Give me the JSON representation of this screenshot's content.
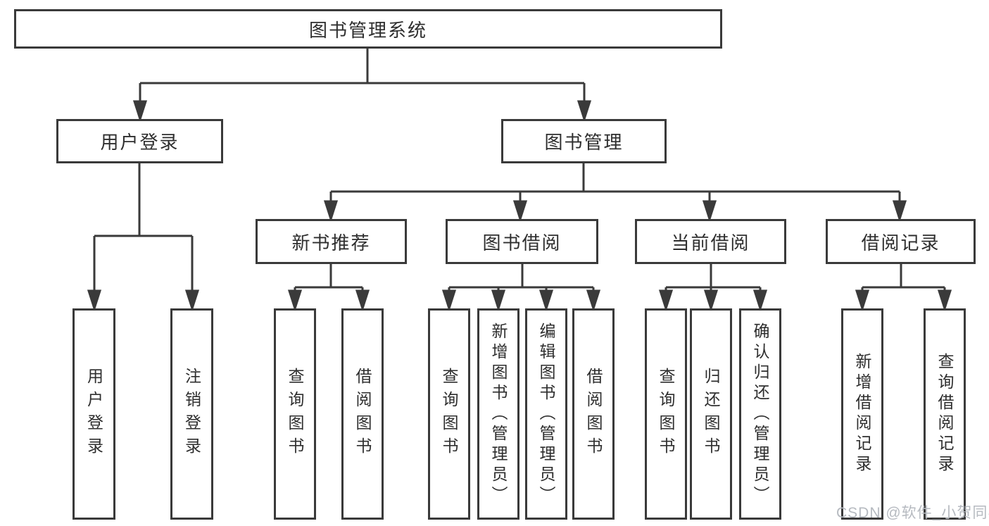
{
  "diagram": {
    "root": {
      "label": "图书管理系统"
    },
    "level1": [
      {
        "label": "用户登录"
      },
      {
        "label": "图书管理"
      }
    ],
    "level2": [
      {
        "label": "新书推荐",
        "parent": "图书管理"
      },
      {
        "label": "图书借阅",
        "parent": "图书管理"
      },
      {
        "label": "当前借阅",
        "parent": "图书管理"
      },
      {
        "label": "借阅记录",
        "parent": "图书管理"
      }
    ],
    "leaves": [
      {
        "label": "用户登录",
        "parent": "用户登录"
      },
      {
        "label": "注销登录",
        "parent": "用户登录"
      },
      {
        "label": "查询图书",
        "parent": "新书推荐"
      },
      {
        "label": "借阅图书",
        "parent": "新书推荐"
      },
      {
        "label": "查询图书",
        "parent": "图书借阅"
      },
      {
        "label": "新增图书（管理员）",
        "parent": "图书借阅"
      },
      {
        "label": "编辑图书（管理员）",
        "parent": "图书借阅"
      },
      {
        "label": "借阅图书",
        "parent": "图书借阅"
      },
      {
        "label": "查询图书",
        "parent": "当前借阅"
      },
      {
        "label": "归还图书",
        "parent": "当前借阅"
      },
      {
        "label": "确认归还（管理员）",
        "parent": "当前借阅"
      },
      {
        "label": "新增借阅记录",
        "parent": "借阅记录"
      },
      {
        "label": "查询借阅记录",
        "parent": "借阅记录"
      }
    ],
    "watermark": "CSDN @软件_小贺同学",
    "colors": {
      "line": "#3a3a3a",
      "text": "#2e2e2e",
      "watermark": "#b6bac0",
      "background": "#ffffff"
    }
  }
}
